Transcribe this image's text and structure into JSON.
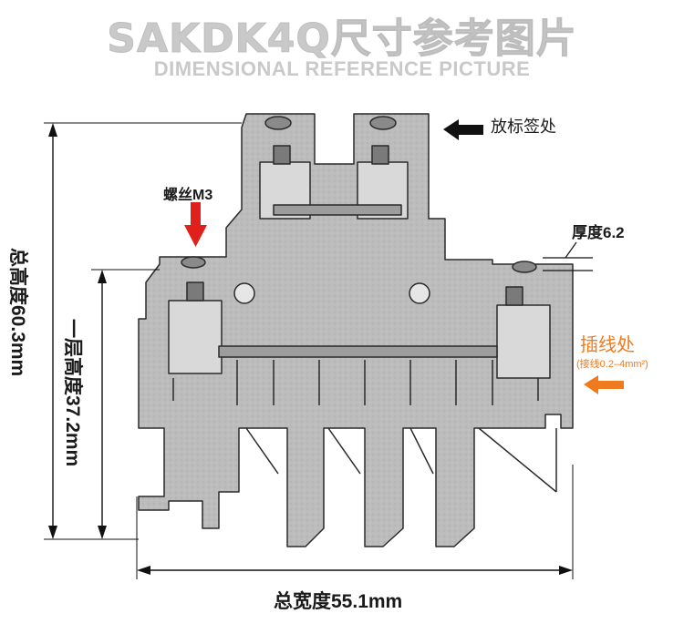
{
  "title": "SAKDK4Q尺寸参考图片",
  "subtitle": "DIMENSIONAL REFERENCE PICTURE",
  "labels": {
    "label_area": "放标签处",
    "screw": "螺丝M3",
    "thickness": "厚度6.2",
    "total_height": "总高度60.3mm",
    "first_layer_height": "一层高度37.2mm",
    "wire_entry": "插线处",
    "wire_range": "(接线0.2–4mm²)",
    "total_width": "总宽度55.1mm"
  },
  "colors": {
    "body": "#bdbdbd",
    "outline": "#2a2a2a",
    "dimension": "#111111",
    "screw_arrow": "#e0201b",
    "wire_arrow": "#f07a1e",
    "title": "#c9c9c9"
  },
  "icons": {
    "label_arrow": "arrow-left-icon",
    "screw_arrow": "arrow-down-icon",
    "wire_arrow": "arrow-left-icon"
  }
}
